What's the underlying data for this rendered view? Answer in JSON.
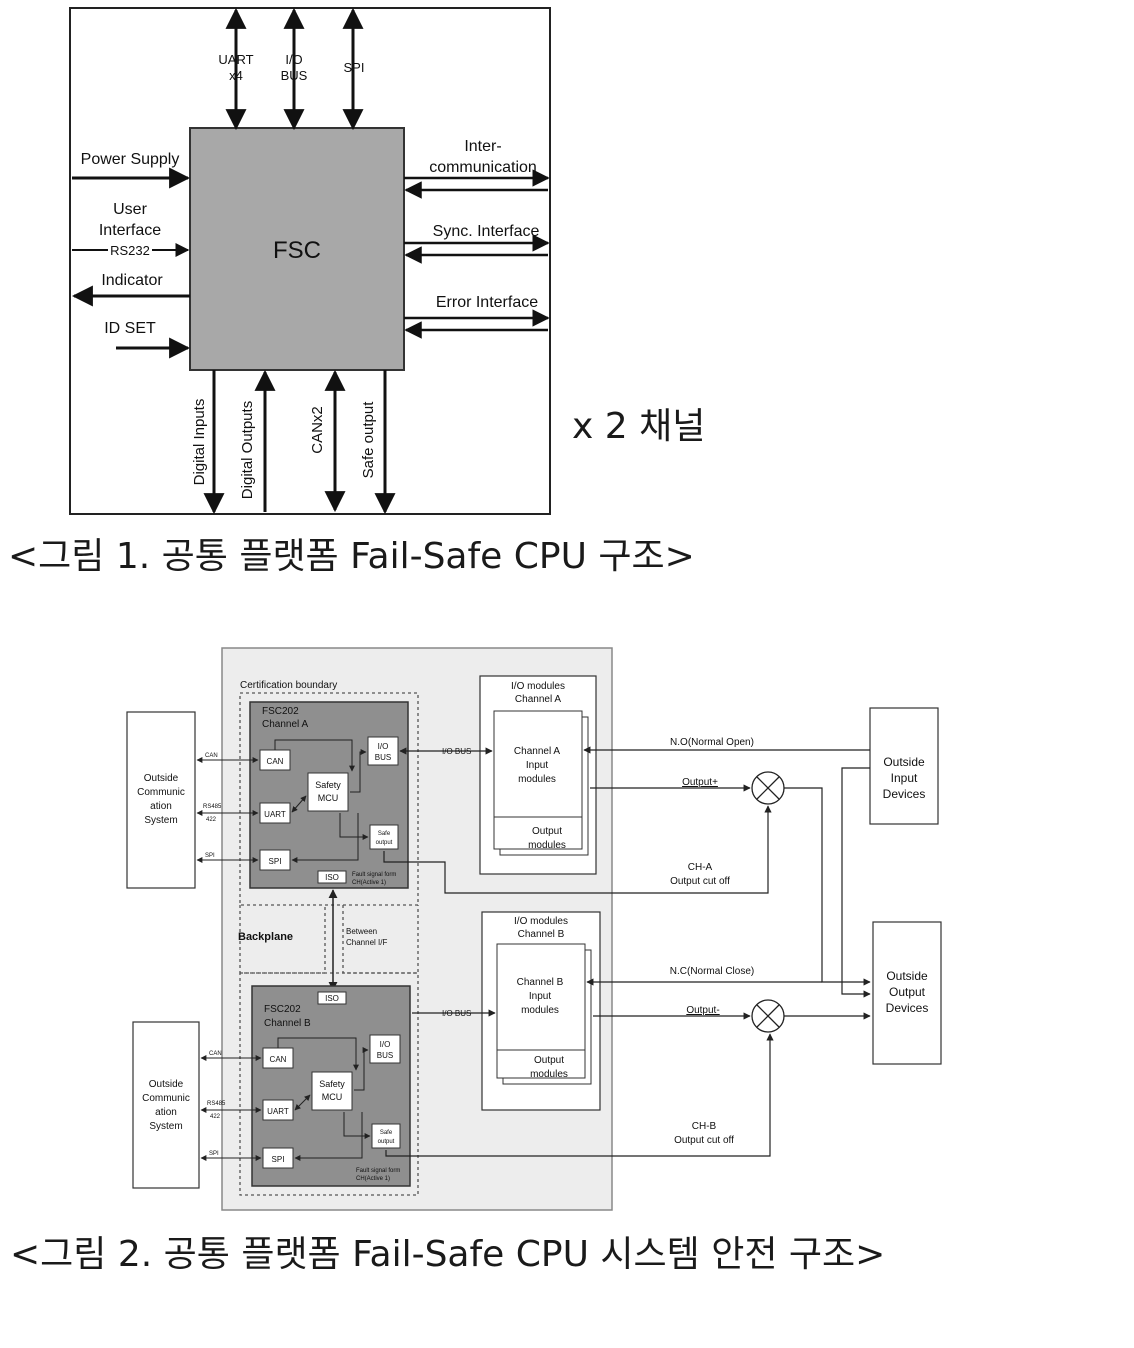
{
  "fig1": {
    "fsc": "FSC",
    "uart_1": "UART",
    "uart_2": "x4",
    "io_1": "I/O",
    "io_2": "BUS",
    "spi": "SPI",
    "power": "Power Supply",
    "user_1": "User",
    "user_2": "Interface",
    "rs232": "RS232",
    "indicator": "Indicator",
    "idset": "ID SET",
    "inter_1": "Inter-",
    "inter_2": "communication",
    "sync": "Sync. Interface",
    "error": "Error Interface",
    "din": "Digital Inputs",
    "dout": "Digital Outputs",
    "can": "CANx2",
    "safe": "Safe output",
    "x2": "x 2 채널",
    "caption": "<그림 1. 공통 플랫폼 Fail-Safe CPU 구조>"
  },
  "fig2": {
    "cert": "Certification boundary",
    "chA_1": "FSC202",
    "chA_2": "Channel A",
    "chB_1": "FSC202",
    "chB_2": "Channel B",
    "can": "CAN",
    "uart": "UART",
    "spi": "SPI",
    "mcu_1": "Safety",
    "mcu_2": "MCU",
    "iobus_1": "I/O",
    "iobus_2": "BUS",
    "safe_1": "Safe",
    "safe_2": "output",
    "iso": "ISO",
    "fail_1": "Fault signal form",
    "fail_2": "CH(Active 1)",
    "backplane": "Backplane",
    "between_1": "Between",
    "between_2": "Channel I/F",
    "iobus_label": "I/O BUS",
    "sig_can": "CAN",
    "sig_rs_1": "RS485",
    "sig_rs_2": "422",
    "sig_spi": "SPI",
    "ocs_1": "Outside",
    "ocs_2": "Communic",
    "ocs_3": "ation",
    "ocs_4": "System",
    "ioA_1": "I/O modules",
    "ioA_2": "Channel A",
    "ioB_1": "I/O modules",
    "ioB_2": "Channel B",
    "inA_1": "Channel A",
    "inA_2": "Input",
    "inA_3": "modules",
    "inB_1": "Channel B",
    "inB_2": "Input",
    "inB_3": "modules",
    "out_1": "Output",
    "out_2": "modules",
    "no": "N.O(Normal Open)",
    "nc": "N.C(Normal Close)",
    "outplus": "Output+",
    "outminus": "Output-",
    "cha_1": "CH-A",
    "cha_2": "Output cut off",
    "chb_1": "CH-B",
    "chb_2": "Output cut off",
    "oid_1": "Outside",
    "oid_2": "Input",
    "oid_3": "Devices",
    "ood_1": "Outside",
    "ood_2": "Output",
    "ood_3": "Devices",
    "caption": "<그림 2. 공통 플랫폼 Fail-Safe CPU 시스템 안전 구조>"
  }
}
